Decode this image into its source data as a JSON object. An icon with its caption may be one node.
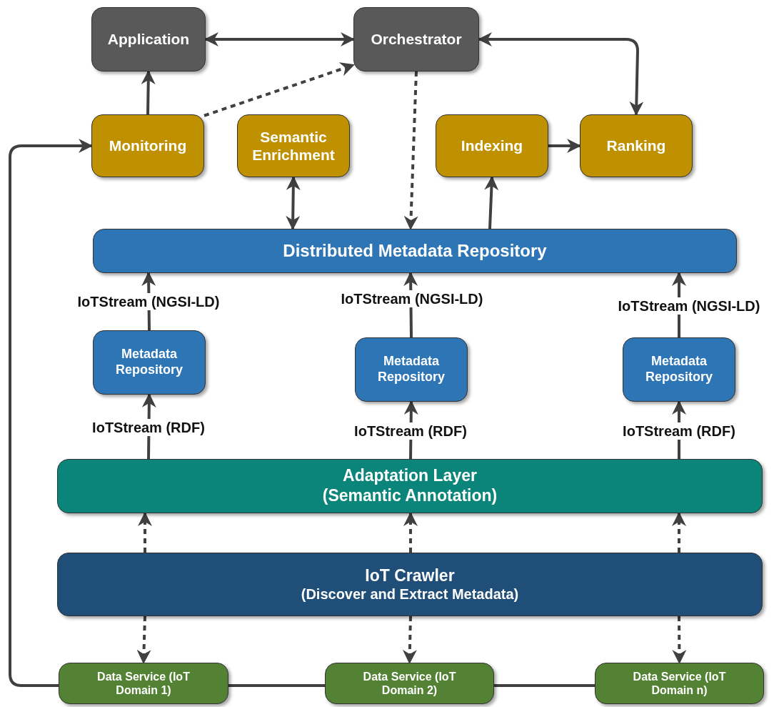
{
  "diagram": {
    "nodes": [
      {
        "text": [
          "Application"
        ]
      },
      {
        "text": [
          "Orchestrator"
        ]
      },
      {
        "text": [
          "Monitoring"
        ]
      },
      {
        "text": [
          "Semantic Enrichment"
        ]
      },
      {
        "text": [
          "Indexing"
        ]
      },
      {
        "text": [
          "Ranking"
        ]
      },
      {
        "text": [
          "Distributed Metadata Repository"
        ]
      },
      {
        "text": [
          "Metadata Repository"
        ]
      },
      {
        "text": [
          "Metadata Repository"
        ]
      },
      {
        "text": [
          "Metadata Repository"
        ]
      },
      {
        "text": [
          "Adaptation Layer",
          "(Semantic Annotation)"
        ]
      },
      {
        "text": [
          "IoT Crawler",
          "(Discover and Extract Metadata)"
        ]
      },
      {
        "text": [
          "Data Service (IoT Domain 1)"
        ]
      },
      {
        "text": [
          "Data Service (IoT Domain 2)"
        ]
      },
      {
        "text": [
          "Data Service (IoT Domain n)"
        ]
      }
    ],
    "edges": [
      {
        "from": 0,
        "to": 1,
        "arrow": "both"
      },
      {
        "from": 1,
        "to": 5,
        "arrow": "both"
      },
      {
        "from": 2,
        "to": 0,
        "arrow": "to"
      },
      {
        "from": 2,
        "to": 1,
        "arrow": "to",
        "style": "dashed"
      },
      {
        "from": 1,
        "to": 6,
        "arrow": "to",
        "style": "dashed"
      },
      {
        "from": 3,
        "to": 6,
        "arrow": "both"
      },
      {
        "from": 6,
        "to": 4,
        "arrow": "to"
      },
      {
        "from": 4,
        "to": 5,
        "arrow": "to"
      },
      {
        "from": 7,
        "to": 6,
        "arrow": "to",
        "label": "IoTStream (NGSI-LD)"
      },
      {
        "from": 8,
        "to": 6,
        "arrow": "to",
        "label": "IoTStream (NGSI-LD)"
      },
      {
        "from": 9,
        "to": 6,
        "arrow": "to",
        "label": "IoTStream (NGSI-LD)"
      },
      {
        "from": 10,
        "to": 7,
        "arrow": "to",
        "label": "IoTStream (RDF)"
      },
      {
        "from": 10,
        "to": 8,
        "arrow": "to",
        "label": "IoTStream (RDF)"
      },
      {
        "from": 10,
        "to": 9,
        "arrow": "to",
        "label": "IoTStream (RDF)"
      },
      {
        "from": 11,
        "to": 10,
        "arrow": "to",
        "style": "dashed"
      },
      {
        "from": 11,
        "to": 10,
        "arrow": "to",
        "style": "dashed"
      },
      {
        "from": 11,
        "to": 10,
        "arrow": "to",
        "style": "dashed"
      },
      {
        "from": 11,
        "to": 12,
        "arrow": "to",
        "style": "dashed"
      },
      {
        "from": 11,
        "to": 13,
        "arrow": "to",
        "style": "dashed"
      },
      {
        "from": 11,
        "to": 14,
        "arrow": "to",
        "style": "dashed"
      },
      {
        "from": 12,
        "to": 2,
        "arrow": "to"
      },
      {
        "from": 12,
        "to": 13,
        "arrow": "none"
      },
      {
        "from": 13,
        "to": 14,
        "arrow": "none"
      }
    ]
  }
}
